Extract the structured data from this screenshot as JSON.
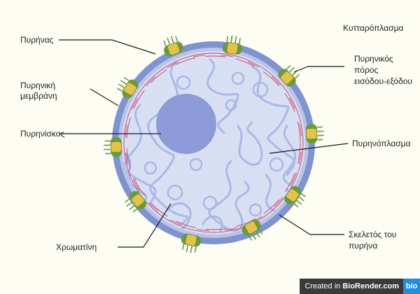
{
  "labels": {
    "nucleus": "Πυρήνας",
    "cytoplasm": "Κυτταρόπλασμα",
    "membrane": [
      "Πυρηνική",
      "μεμβράνη"
    ],
    "pore": [
      "Πυρηνικός",
      "πόρος",
      "εισόδου-εξόδου"
    ],
    "nucleolus": "Πυρηνίσκος",
    "nucleoplasm": "Πυρηνόπλασμα",
    "skeleton": [
      "Σκελετός του",
      "πυρήνα"
    ],
    "chromatin": "Χρωματίνη"
  },
  "badge": {
    "prefix": "Created in ",
    "brand": "BioRender.com",
    "logo": "bio"
  },
  "colors": {
    "background": "#fdfdf4",
    "envelope": "#7f93cf",
    "nucleoplasm": "#d9dff3",
    "chromatin": "#aab8e6",
    "nucleolus": "#8d9ad8",
    "lamina": "#c2446e",
    "pore_outer": "#6b9a3e",
    "pore_inner": "#e7c24a"
  }
}
